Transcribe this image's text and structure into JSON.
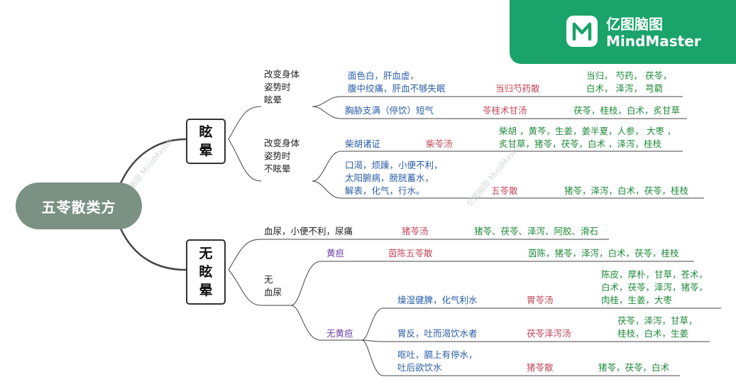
{
  "brand": {
    "cn": "亿图脑图",
    "en": "MindMaster"
  },
  "watermark": "亿图脑图 MindMaster",
  "root": "五苓散类方",
  "dizzy": {
    "label": "眩晕",
    "posture_dizzy": {
      "label": [
        "改变身体",
        "姿势时",
        "眩晕"
      ],
      "row1": {
        "cond": [
          "面色白，肝血虚，",
          "腹中绞痛，肝血不够失眠"
        ],
        "formula": "当归芍药散",
        "herbs": [
          "当归， 芍药， 茯苓，",
          "白术， 泽泻， 芎藭"
        ]
      },
      "row2": {
        "cond": "胸胁支满（停饮）短气",
        "formula": "苓桂术甘汤",
        "herbs": "茯苓，桂枝，白术，炙甘草"
      }
    },
    "posture_not": {
      "label": [
        "改变身体",
        "姿势时",
        "不眩晕"
      ],
      "row1": {
        "cond": "柴胡诸证",
        "formula": "柴苓汤",
        "herbs": [
          "柴胡 ，黄芩，生姜，姜半夏，人参， 大枣 ，",
          "炙甘草，猪苓，茯苓，白术 ，泽泻，桂枝"
        ]
      },
      "row2": {
        "cond": [
          "口渴，烦躁，小便不利，",
          "太阳腑病，膀胱蓄水，",
          "解表，化气，行水。"
        ],
        "formula": "五苓散",
        "herbs": "猪苓，泽泻，白术，茯苓，桂枝"
      }
    }
  },
  "nodizzy": {
    "label": "无眩晕",
    "blood_urine": {
      "cond": "血尿，小便不利，尿痛",
      "formula": "猪苓汤",
      "herbs": "猪苓、茯苓、泽泻、阿胶、滑石"
    },
    "no_blood": {
      "label": [
        "无",
        "血尿"
      ],
      "jaundice": {
        "label": "黄疸",
        "formula": "茵陈五苓散",
        "herbs": "茵陈，猪苓，泽泻，白术，茯苓，桂枝"
      },
      "no_jaundice": {
        "label": "无黄疸",
        "r1": {
          "cond": "燥湿健脾，化气利水",
          "formula": "胃苓汤",
          "herbs": [
            "陈皮，厚朴，甘草，苍术，",
            "白术，茯苓，泽泻，猪苓，",
            "肉桂，生姜，大枣"
          ]
        },
        "r2": {
          "cond": "胃反，吐而渴饮水者",
          "formula": "茯苓泽泻汤",
          "herbs": [
            "茯苓，泽泻，甘草，",
            "桂枝，白术，生姜"
          ]
        },
        "r3": {
          "cond": [
            "呕吐，膈上有停水，",
            "吐后欲饮水"
          ],
          "formula": "猪苓散",
          "herbs": "猪苓，茯苓，白术"
        }
      }
    }
  }
}
